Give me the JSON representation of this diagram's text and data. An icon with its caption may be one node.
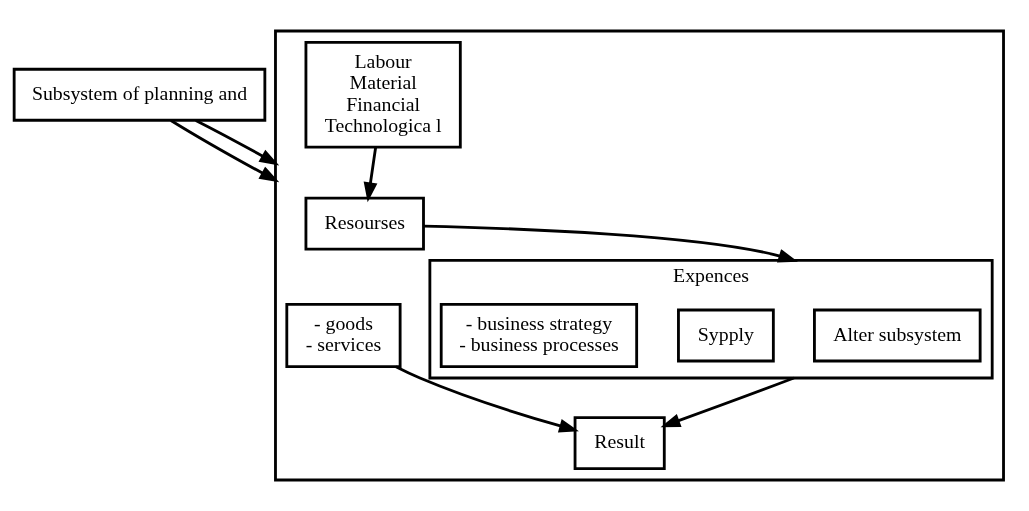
{
  "diagram": {
    "nodes": [
      {
        "text": [
          "Subsystem of planning and"
        ]
      },
      {
        "text": [],
        "shape": "box"
      },
      {
        "text": [
          "Resourses"
        ],
        "in": 1
      },
      {
        "text": [
          "Labour",
          "Material",
          "Financial",
          "Technologica l"
        ],
        "in": 1
      },
      {
        "text": [
          "Expences"
        ],
        "in": 1
      },
      {
        "text": [
          "Alter subsystem"
        ],
        "in": 4
      },
      {
        "text": [
          "Sypply"
        ],
        "in": 4
      },
      {
        "text": [
          "- business strategy",
          "- business processes"
        ],
        "in": 4
      },
      {
        "text": [
          "Result"
        ],
        "in": 1
      },
      {
        "text": [
          "- goods",
          "- services"
        ],
        "in": 1
      }
    ],
    "edges": [
      {
        "from": 0,
        "to": 1,
        "arrow": "to"
      },
      {
        "from": 0,
        "to": 1,
        "arrow": "to"
      },
      {
        "from": 3,
        "to": 2,
        "arrow": "to"
      },
      {
        "from": 2,
        "to": 4,
        "arrow": "to"
      },
      {
        "from": 4,
        "to": 8,
        "arrow": "to"
      },
      {
        "from": 9,
        "to": 8,
        "arrow": "to"
      }
    ]
  }
}
